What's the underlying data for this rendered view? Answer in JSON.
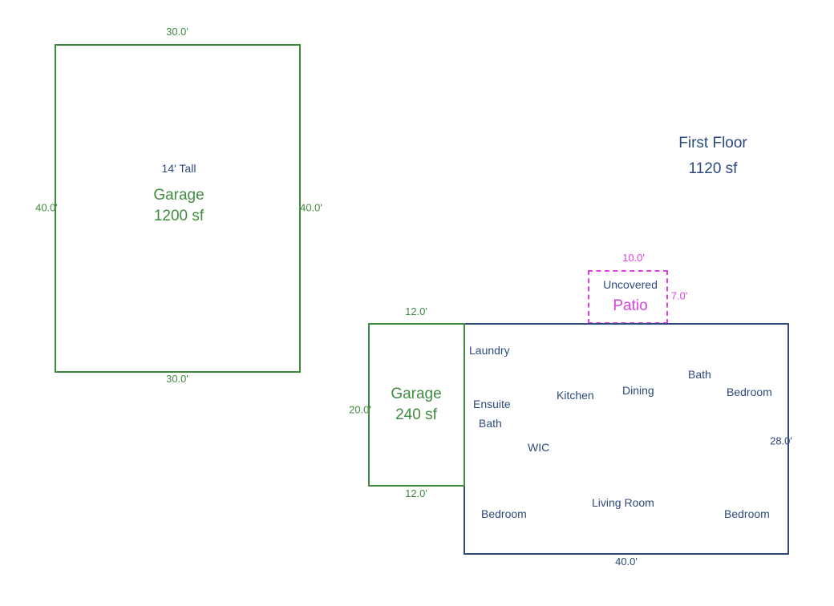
{
  "diagram": {
    "type": "floor-plan",
    "title": "First Floor",
    "area": "1120 sf",
    "colors": {
      "garage_green": "#3f8b3f",
      "house_navy": "#2c4a7c",
      "patio_magenta": "#e040e0",
      "background": "#ffffff"
    }
  },
  "detached_garage": {
    "name_label": "Garage",
    "area_label": "1200 sf",
    "height_note": "14' Tall",
    "dim_top": "30.0'",
    "dim_bottom": "30.0'",
    "dim_left": "40.0'",
    "dim_right": "40.0'"
  },
  "attached_garage": {
    "name_label": "Garage",
    "area_label": "240 sf",
    "dim_top": "12.0'",
    "dim_bottom": "12.0'",
    "dim_left": "20.0'"
  },
  "patio": {
    "type_label": "Uncovered",
    "name_label": "Patio",
    "dim_top": "10.0'",
    "dim_right": "7.0'"
  },
  "main_house": {
    "dim_bottom": "40.0'",
    "dim_right": "28.0'",
    "rooms": [
      {
        "label": "Laundry"
      },
      {
        "label": "Ensuite"
      },
      {
        "label": "Bath"
      },
      {
        "label": "WIC"
      },
      {
        "label": "Kitchen"
      },
      {
        "label": "Dining"
      },
      {
        "label": "Bath"
      },
      {
        "label": "Bedroom"
      },
      {
        "label": "Bedroom"
      },
      {
        "label": "Living Room"
      },
      {
        "label": "Bedroom"
      }
    ]
  }
}
